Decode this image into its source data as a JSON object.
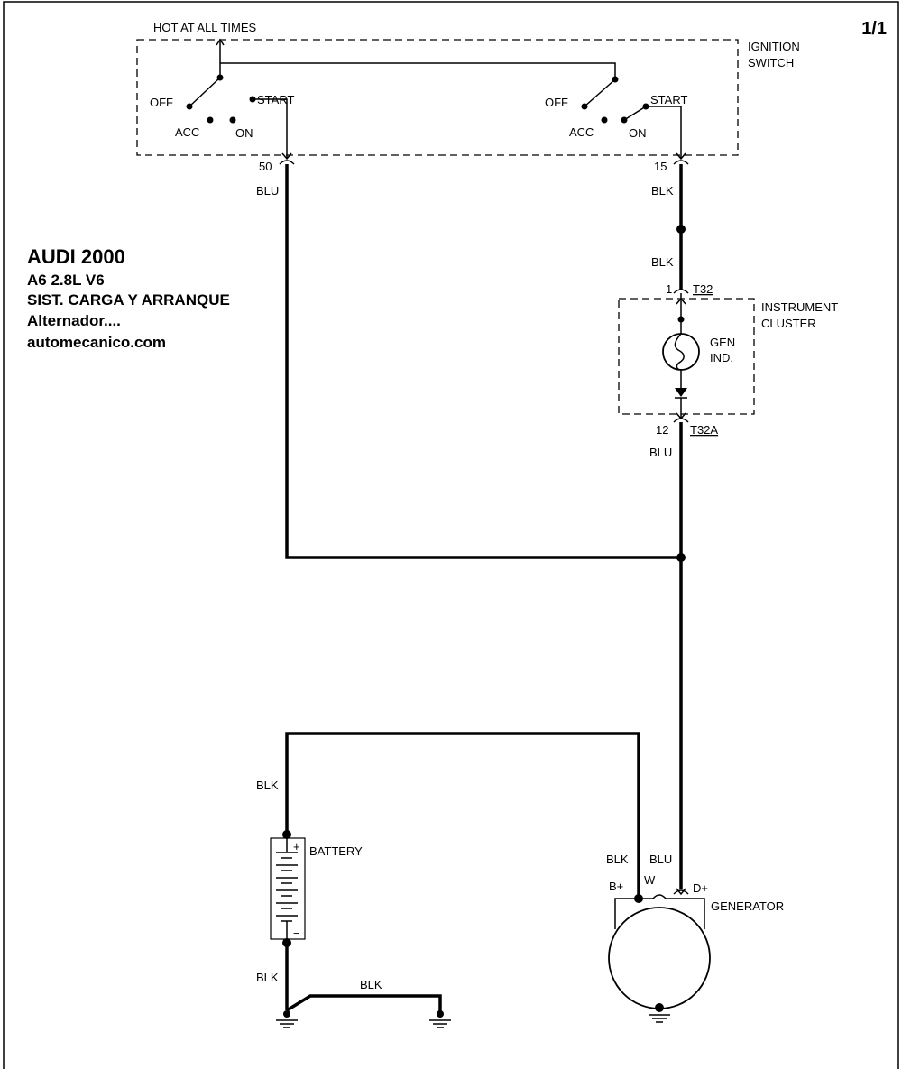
{
  "page_number": "1/1",
  "title": {
    "line1": "AUDI  2000",
    "line2": "A6  2.8L  V6",
    "line3": "SIST. CARGA Y ARRANQUE",
    "line4": "Alternador....",
    "line5": "automecanico.com"
  },
  "ignition_switch": {
    "hot_label": "HOT AT ALL TIMES",
    "name_line1": "IGNITION",
    "name_line2": "SWITCH",
    "left": {
      "off": "OFF",
      "acc": "ACC",
      "on": "ON",
      "start": "START"
    },
    "right": {
      "off": "OFF",
      "acc": "ACC",
      "on": "ON",
      "start": "START"
    },
    "terminal_left": "50",
    "terminal_right": "15"
  },
  "wires": {
    "blu_from_50": "BLU",
    "blk_from_15": "BLK",
    "blk_to_cluster": "BLK",
    "blu_from_cluster": "BLU",
    "blk_battery_top": "BLK",
    "blk_battery_bottom": "BLK",
    "blk_ground": "BLK",
    "blk_generator": "BLK",
    "blu_generator": "BLU"
  },
  "instrument_cluster": {
    "name_line1": "INSTRUMENT",
    "name_line2": "CLUSTER",
    "pin_top": "1",
    "connector_top": "T32",
    "pin_bottom": "12",
    "connector_bottom": "T32A",
    "lamp_line1": "GEN",
    "lamp_line2": "IND."
  },
  "battery": {
    "name": "BATTERY",
    "plus": "+",
    "minus": "−"
  },
  "generator": {
    "name": "GENERATOR",
    "b_plus": "B+",
    "w": "W",
    "d_plus": "D+"
  }
}
